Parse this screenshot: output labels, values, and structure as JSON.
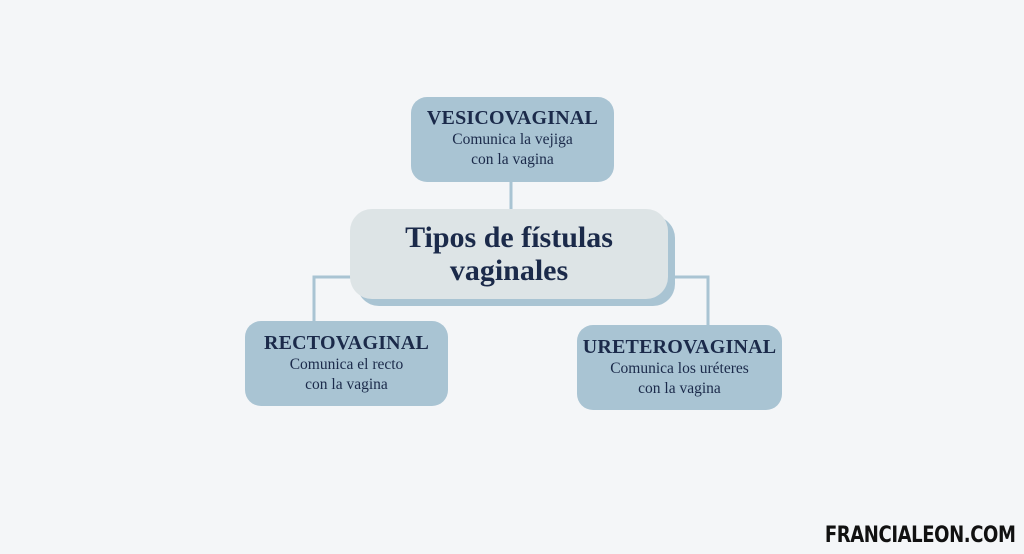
{
  "diagram": {
    "center": {
      "line1": "Tipos de fístulas",
      "line2": "vaginales"
    },
    "nodes": [
      {
        "title": "VESICOVAGINAL",
        "desc_line1": "Comunica la vejiga",
        "desc_line2": "con la vagina"
      },
      {
        "title": "RECTOVAGINAL",
        "desc_line1": "Comunica el recto",
        "desc_line2": "con la vagina"
      },
      {
        "title": "URETEROVAGINAL",
        "desc_line1": "Comunica los uréteres",
        "desc_line2": "con la vagina"
      }
    ]
  },
  "watermark": "FRANCIALEON.COM",
  "colors": {
    "background": "#f4f6f8",
    "leaf_fill": "#a9c4d3",
    "center_fill": "#dde4e6",
    "text": "#1b2a4a",
    "connector": "#a9c4d3"
  }
}
